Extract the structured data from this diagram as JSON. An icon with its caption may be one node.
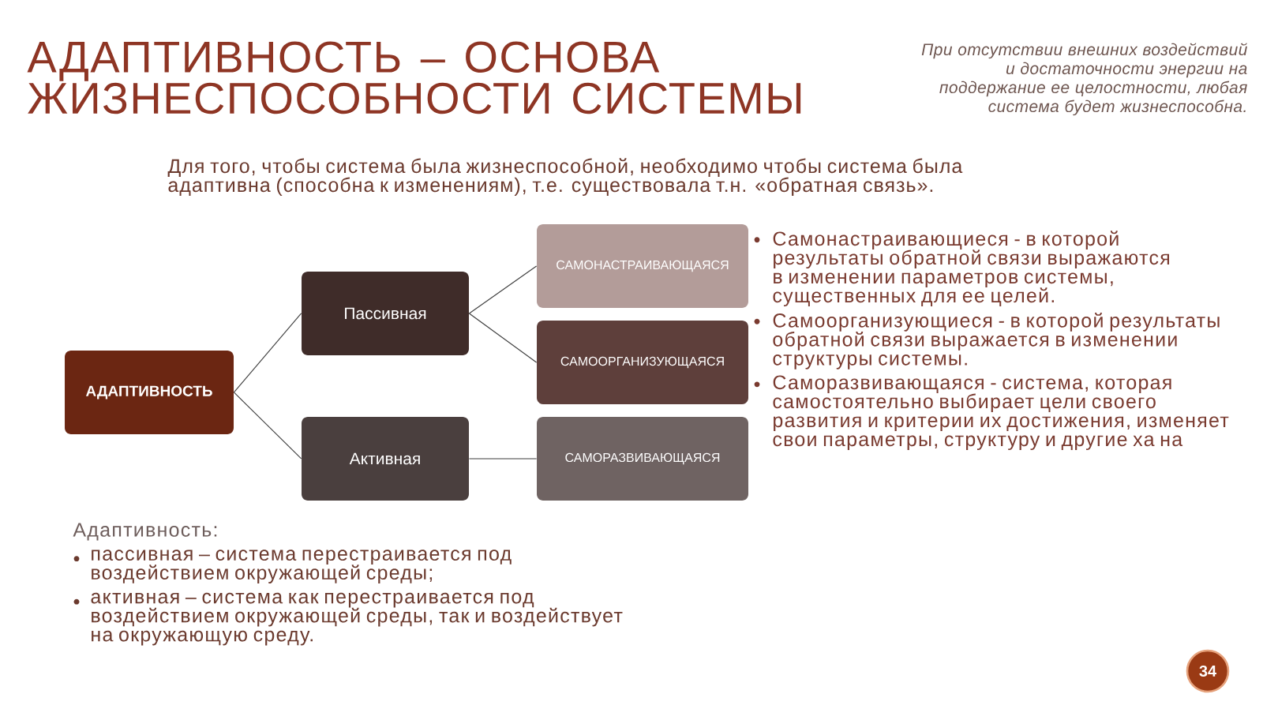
{
  "diagram": {
    "title": "АДАПТИВНОСТЬ – ОСНОВА ЖИЗНЕСПОСОБНОСТИ СИСТЕМЫ",
    "nodes": [
      {
        "text": [
          "АДАПТИВНОСТЬ"
        ]
      },
      {
        "text": [
          "Пассивная"
        ]
      },
      {
        "text": [
          "Активная"
        ]
      },
      {
        "text": [
          "САМОНАСТРАИВАЮЩАЯСЯ"
        ]
      },
      {
        "text": [
          "САМООРГАНИЗУЮЩАЯСЯ"
        ]
      },
      {
        "text": [
          "САМОРАЗВИВАЮЩАЯСЯ"
        ]
      },
      {
        "text": [
          "34"
        ]
      }
    ],
    "edges": [
      {
        "from": 0,
        "to": 1,
        "arrow": "none"
      },
      {
        "from": 0,
        "to": 2,
        "arrow": "none"
      },
      {
        "from": 1,
        "to": 3,
        "arrow": "none"
      },
      {
        "from": 1,
        "to": 4,
        "arrow": "none"
      },
      {
        "from": 2,
        "to": 5,
        "arrow": "none"
      }
    ],
    "labels": [
      "При отсутствии внешних воздействий и достаточности энергии на поддержание ее целостности, любая система будет жизнеспособна.",
      "Для того, чтобы система была жизнеспособной, необходимо чтобы система была адаптивна (способна к изменениям), т.е. существовала т.н. «обратная связь».",
      "Самонастраивающиеся - в которой результаты обратной связи выражаются в изменении параметров системы, существенных для ее целей.",
      "Самоорганизующиеся - в которой результаты обратной связи выражается в изменении структуры системы.",
      "Саморазвивающаяся - система, которая самостоятельно выбирает цели своего развития и критерии их достижения, изменяет свои параметры, структуру и другие ха на",
      "Адаптивность:",
      "пассивная – система перестраивается под воздействием окружающей среды;",
      "активная – система как перестраивается под воздействием окружающей среды, так и воздействует на окружающую среду."
    ]
  }
}
